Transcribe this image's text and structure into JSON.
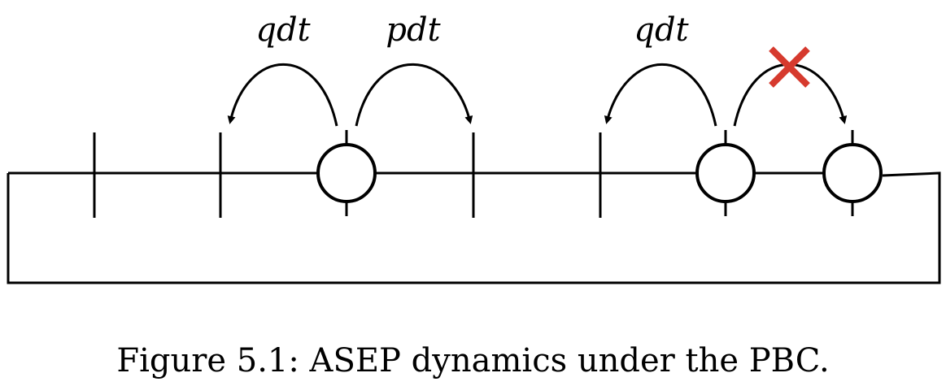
{
  "rates": {
    "left_hop_1": "qdt",
    "right_hop_1": "pdt",
    "left_hop_2": "qdt"
  },
  "caption": "Figure 5.1: ASEP dynamics under the PBC.",
  "colors": {
    "line": "#000000",
    "blocked": "#d63a2e"
  },
  "icons": {
    "blocked_move": "cross-mark-icon",
    "particle": "circle-particle-icon",
    "transition_arrow": "curved-arrow-icon"
  }
}
